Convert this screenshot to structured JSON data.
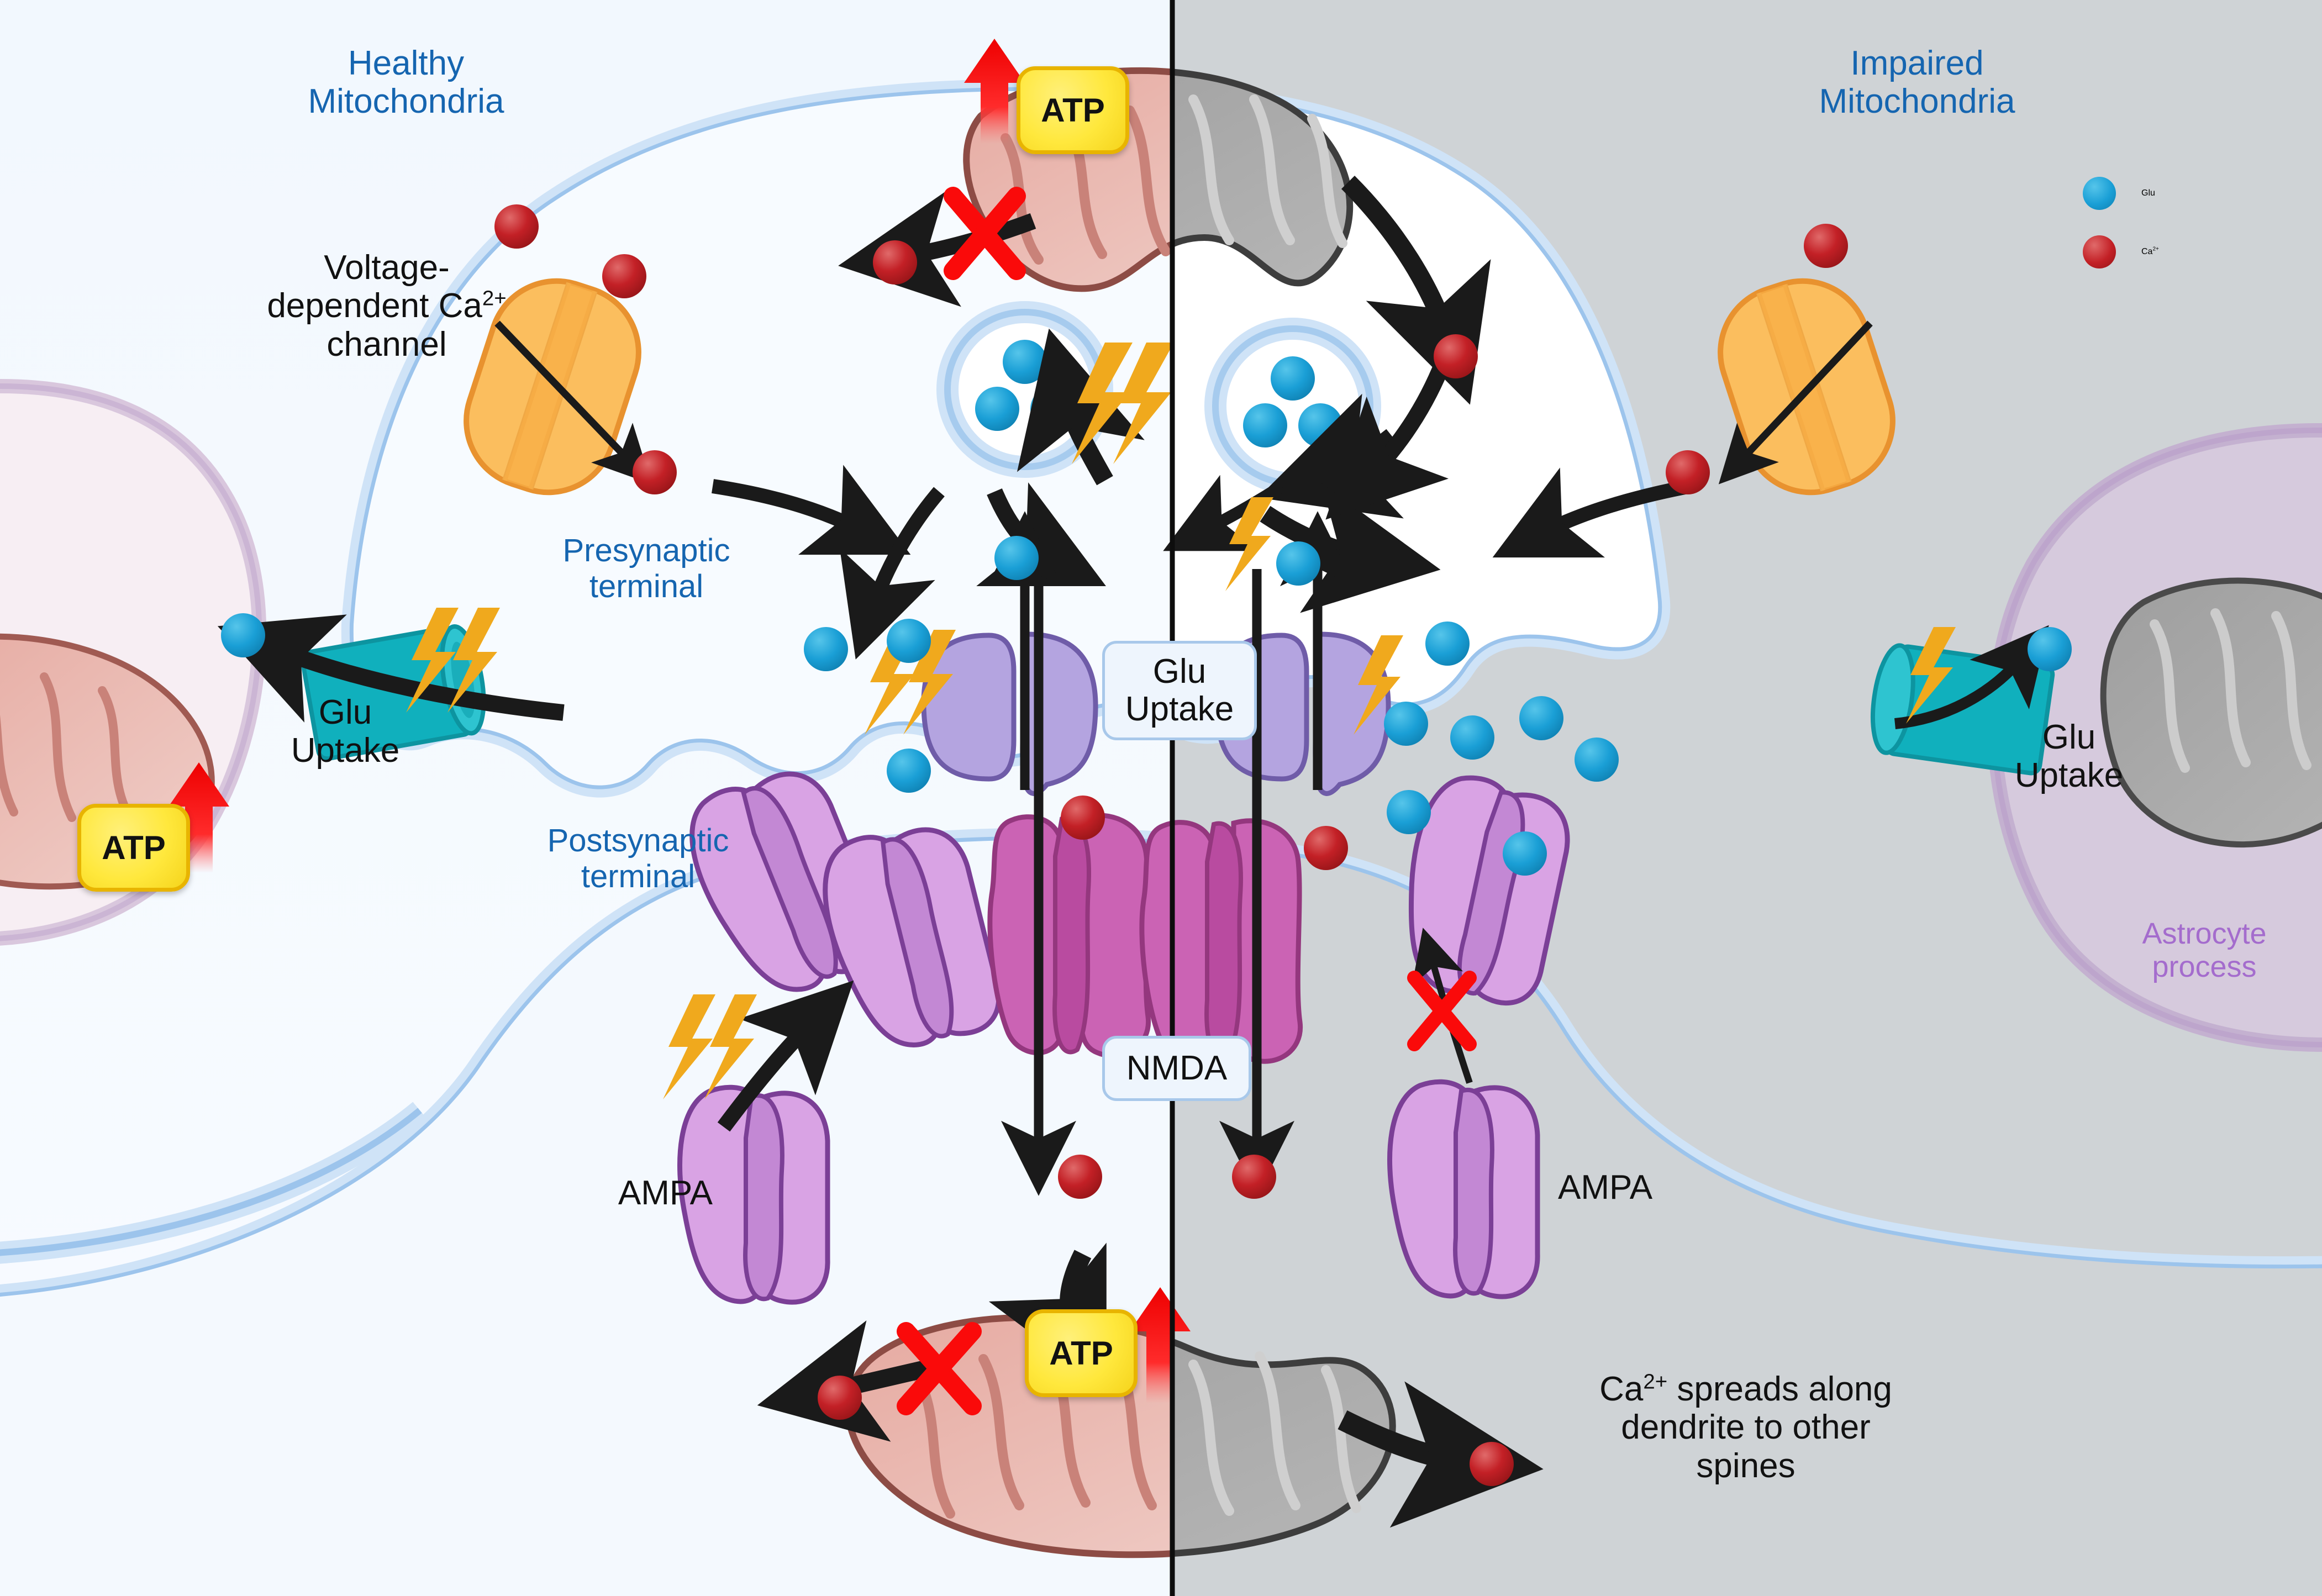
{
  "figure": {
    "kind": "scientific-diagram",
    "subject": "Healthy vs impaired mitochondria at a glutamatergic tripartite synapse"
  },
  "headings": {
    "left_title": "Healthy\nMitochondria",
    "right_title": "Impaired\nMitochondria"
  },
  "legend": {
    "items": [
      {
        "label": "Glu",
        "color": "#1a9fd6",
        "sup": ""
      },
      {
        "label": "Ca",
        "color": "#c32026",
        "sup": "2+"
      }
    ]
  },
  "labels": {
    "vdcc": "Voltage-\ndependent Ca",
    "vdcc_sup": "2+",
    "vdcc_tail": "\nchannel",
    "presynaptic": "Presynaptic\nterminal",
    "postsynaptic": "Postsynaptic\nterminal",
    "glu_uptake_left": "Glu\nUptake",
    "glu_uptake_right": "Glu\nUptake",
    "glu_uptake_center": "Glu\nUptake",
    "nmda": "NMDA",
    "ampa_left": "AMPA",
    "ampa_right": "AMPA",
    "astrocyte_process": "Astrocyte\nprocess",
    "ca_spread": "Ca",
    "ca_spread_sup": "2+",
    "ca_spread_tail": " spreads along\ndendrite to other\nspines",
    "atp": "ATP"
  },
  "colors": {
    "title_blue": "#1565b0",
    "glu_blue": "#1a9fd6",
    "ca_red": "#c32026",
    "astrocyte_purple": "#a46ccd",
    "membrane_blue": "#b8d6f2",
    "healthy_bg": "#f4f9fe",
    "impaired_bg": "#cfd3d6",
    "mito_healthy_fill": "#e9b5ad",
    "mito_impaired_fill": "#a8a8a8",
    "ampa_purple": "#d9a3e4",
    "nmda_magenta": "#cb63b4",
    "transporter_purple": "#b4a4e0",
    "eaat_teal": "#10b0bd",
    "vdcc_orange": "#fbbe5e",
    "atp_yellow": "#ffe83d",
    "lightning_amber": "#f0a91d",
    "x_red": "#fa0a0a",
    "arrow_black": "#1a1a1a",
    "astro_left_fill": "#f7eef3",
    "astro_right_fill": "#d6cadd"
  },
  "elements": {
    "atp_badges": 3,
    "red_x_marks": 3,
    "vesicles": 2,
    "mitochondria": 4,
    "glu_dots_visible": 14,
    "ca_dots_visible": 12
  }
}
